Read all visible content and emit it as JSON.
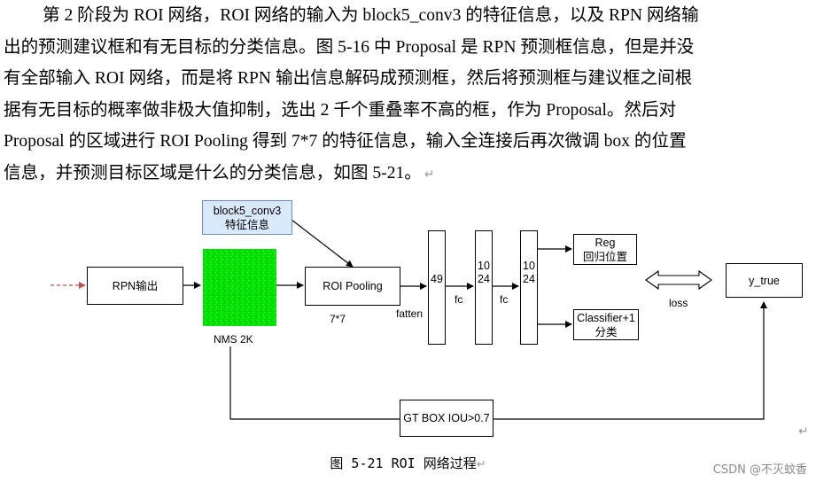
{
  "paragraph": {
    "lines": [
      "第 2 阶段为 ROI 网络，ROI 网络的输入为 block5_conv3 的特征信息，以及 RPN 网络输",
      "出的预测建议框和有无目标的分类信息。图 5-16 中 Proposal 是 RPN 预测框信息，但是并没",
      "有全部输入 ROI 网络，而是将 RPN 输出信息解码成预测框，然后将预测框与建议框之间根",
      "据有无目标的概率做非极大值抑制，选出  2  千个重叠率不高的框，作为  Proposal。然后对",
      "Proposal 的区域进行 ROI Pooling 得到 7*7 的特征信息，输入全连接后再次微调 box 的位置",
      "信息，并预测目标区域是什么的分类信息，如图 5-21。"
    ],
    "return_mark": "↵"
  },
  "diagram": {
    "block5_line1": "block5_conv3",
    "block5_line2": "特征信息",
    "rpn_output": "RPN输出",
    "nms_label": "NMS 2K",
    "roi_pooling": "ROI Pooling",
    "size_label": "7*7",
    "flatten_label": "fatten",
    "layer1": "49",
    "layer2": "1024",
    "layer3": "1024",
    "fc1": "fc",
    "fc2": "fc",
    "reg_line1": "Reg",
    "reg_line2": "回归位置",
    "cls_line1": "Classifier+1",
    "cls_line2": "分类",
    "loss_label": "loss",
    "y_true": "y_true",
    "gt_box": "GT BOX IOU>0.7",
    "colors": {
      "block5_fill": "#dae8fc",
      "block5_border": "#6c8ebf",
      "nms_green": "#00e600",
      "dashed_arrow": "#b85450"
    }
  },
  "caption": "图 5-21 ROI 网络过程",
  "caption_mark": "↵",
  "end_mark": "↵",
  "watermark": "CSDN @不灭蚊香"
}
